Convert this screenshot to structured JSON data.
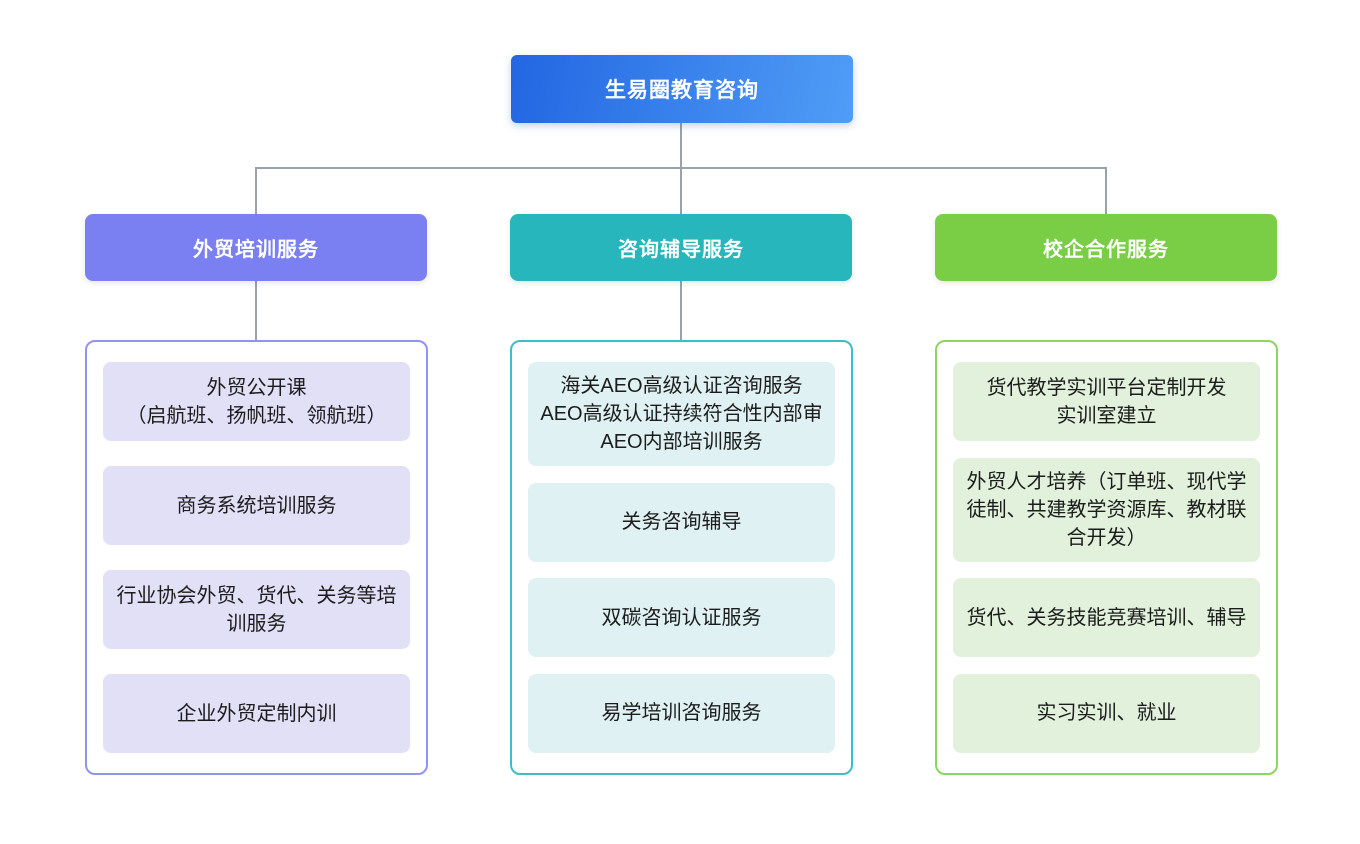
{
  "root": {
    "label": "生易圈教育咨询"
  },
  "branches": [
    {
      "label": "外贸培训服务",
      "items": [
        "外贸公开课\n（启航班、扬帆班、领航班）",
        "商务系统培训服务",
        "行业协会外贸、货代、关务等培训服务",
        "企业外贸定制内训"
      ]
    },
    {
      "label": "咨询辅导服务",
      "items": [
        "海关AEO高级认证咨询服务\nAEO高级认证持续符合性内部审\nAEO内部培训服务",
        "关务咨询辅导",
        "双碳咨询认证服务",
        "易学培训咨询服务"
      ]
    },
    {
      "label": "校企合作服务",
      "items": [
        "货代教学实训平台定制开发\n实训室建立",
        "外贸人才培养（订单班、现代学徒制、共建教学资源库、教材联合开发）",
        "货代、关务技能竞赛培训、辅导",
        "实习实训、就业"
      ]
    }
  ],
  "colors": {
    "root_gradient_start": "#2366E2",
    "root_gradient_end": "#4F9DF6",
    "branch_1_header": "#7A80F2",
    "branch_2_header": "#26B6BC",
    "branch_3_header": "#7ACE45",
    "branch_1_item_bg": "#E2E0F7",
    "branch_2_item_bg": "#DFF1F2",
    "branch_3_item_bg": "#E1F1DB",
    "branch_1_border": "#8F94F3",
    "branch_2_border": "#3BBFC5",
    "branch_3_border": "#8BD65F",
    "connector": "#9AA1A9"
  }
}
